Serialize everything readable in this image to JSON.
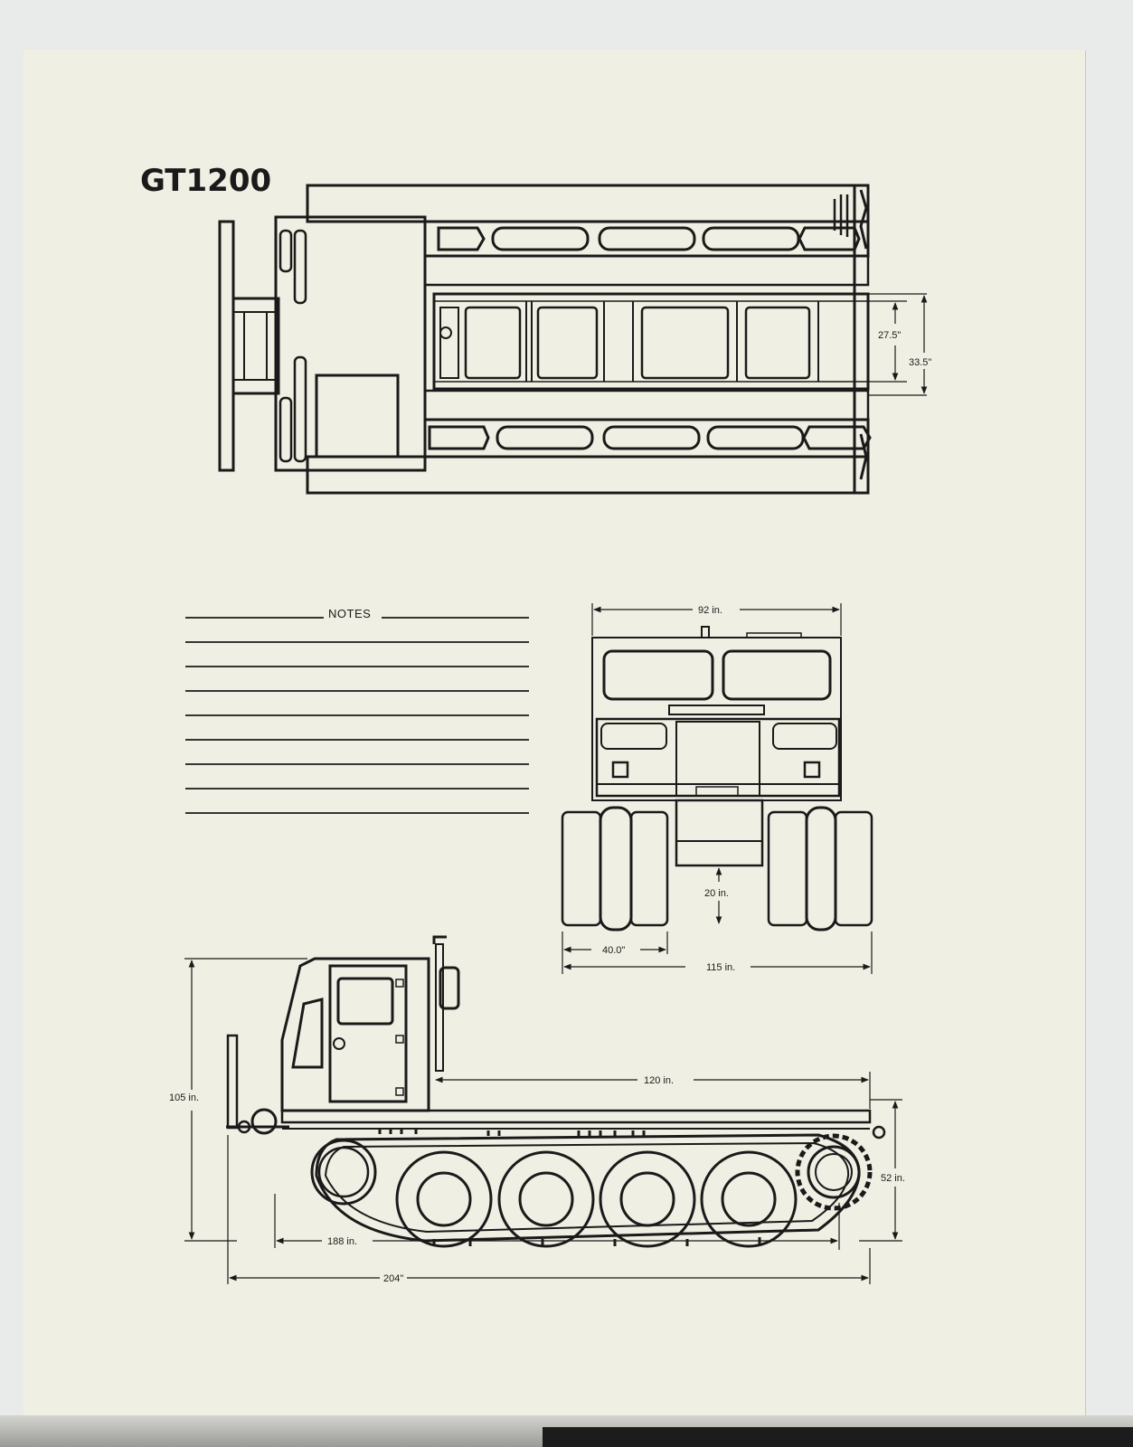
{
  "title": "GT1200",
  "notes_heading": "NOTES",
  "dimensions": {
    "top_inner_width": "27.5\"",
    "top_outer_width": "33.5\"",
    "front_top_width": "92 in.",
    "ground_clearance": "20 in.",
    "track_width": "40.0\"",
    "overall_width": "115 in.",
    "height": "105 in.",
    "deck_length": "120 in.",
    "deck_height": "52 in.",
    "track_length": "188 in.",
    "overall_length": "204\""
  },
  "colors": {
    "paper": "#f0efe3",
    "ink": "#1a1a1a",
    "background": "#e9ebea"
  }
}
